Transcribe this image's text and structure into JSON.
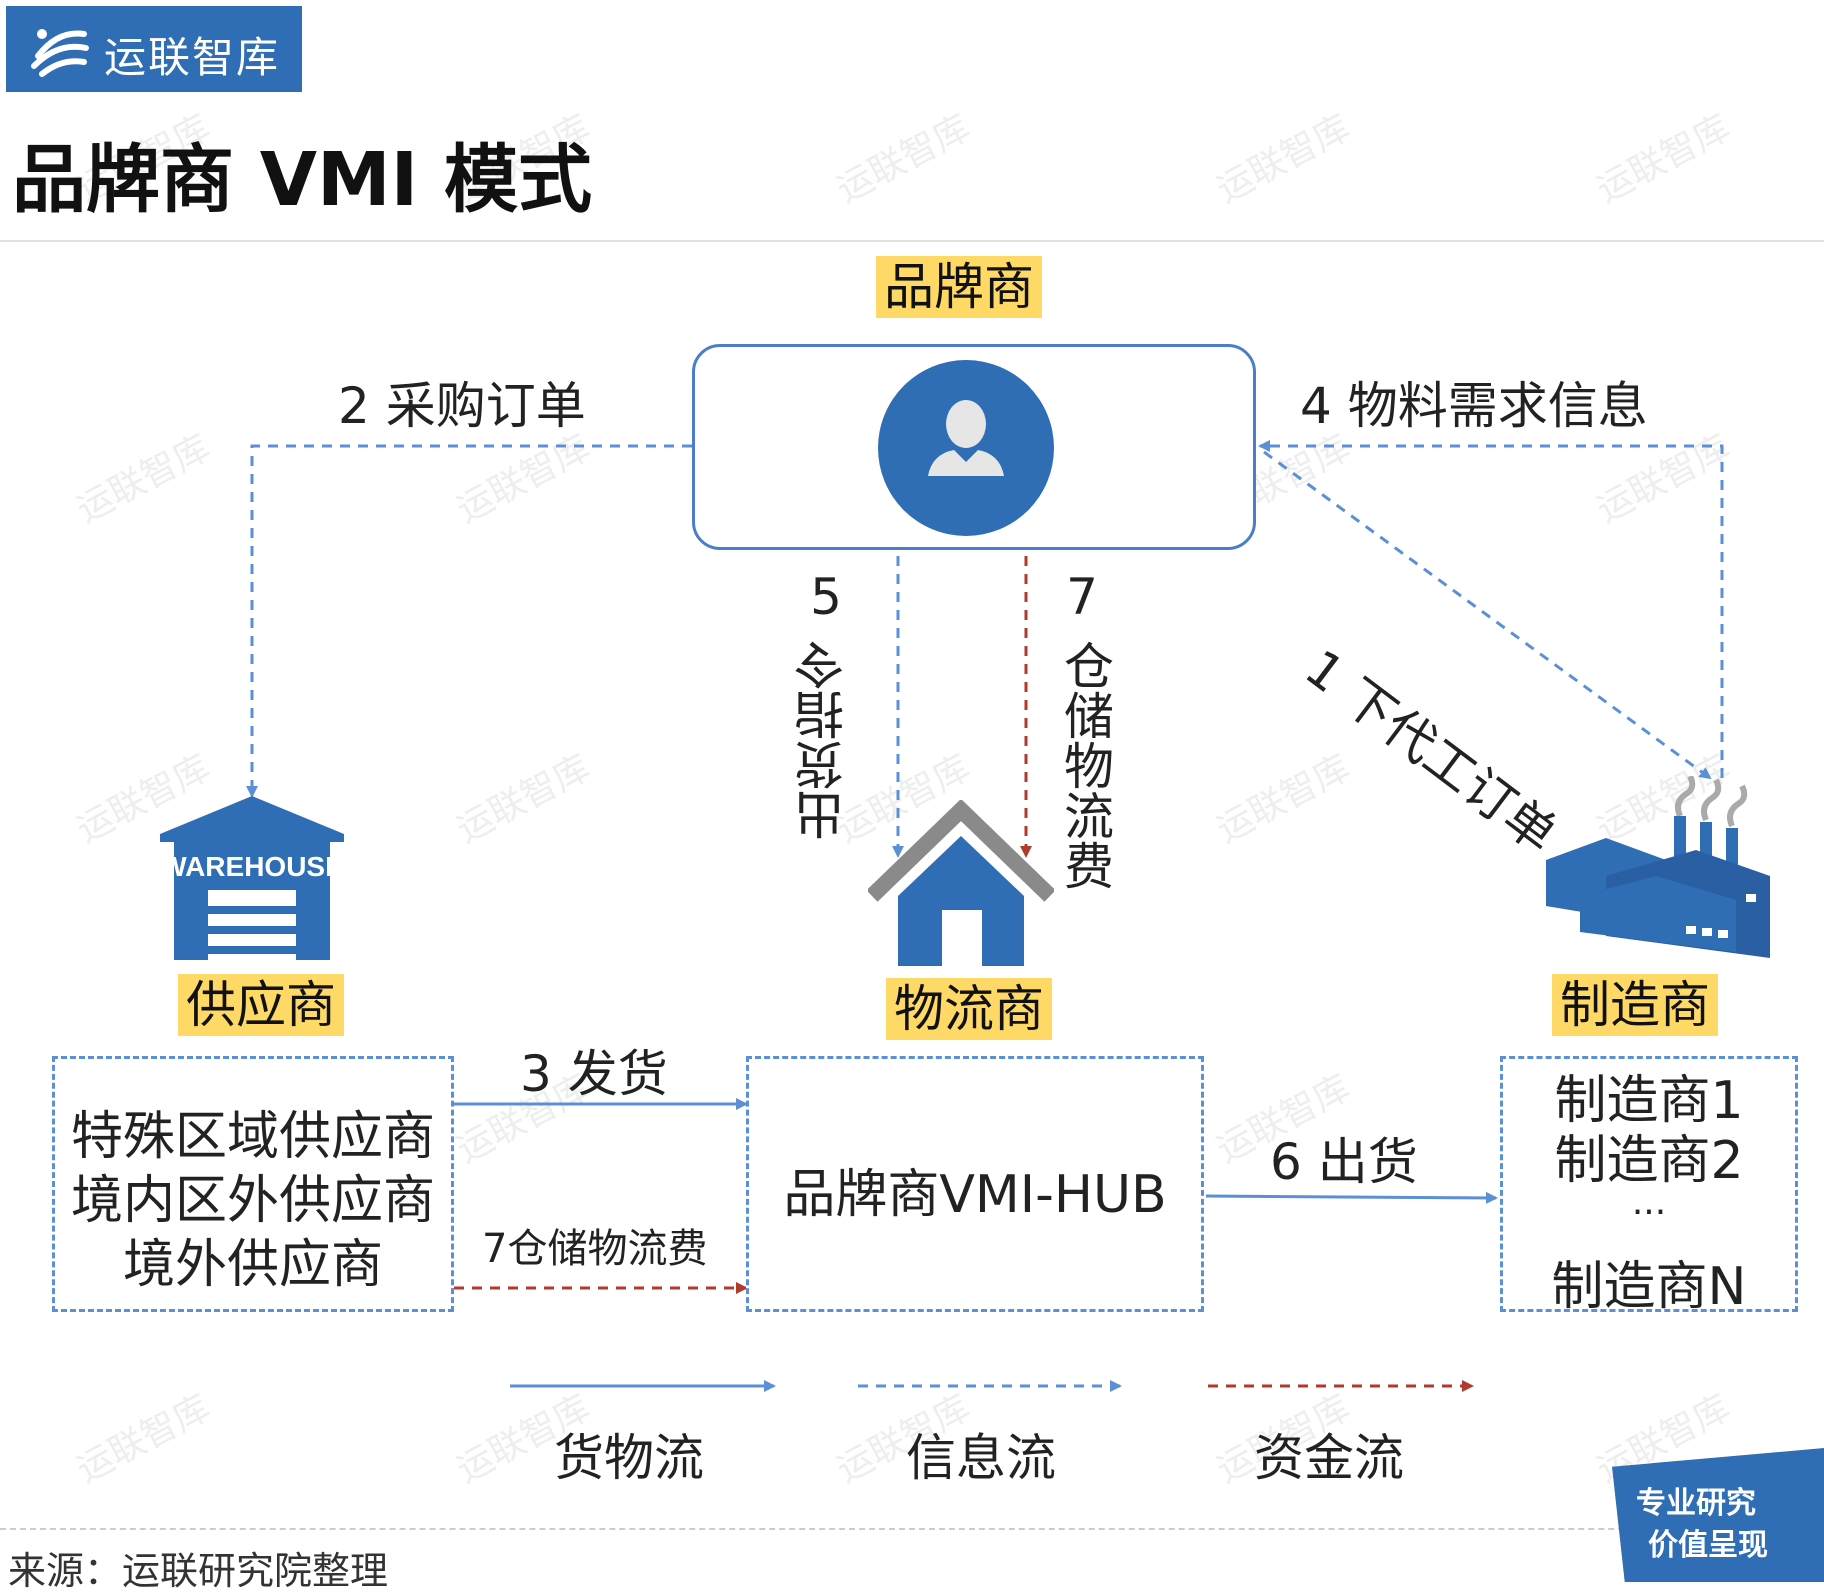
{
  "header": {
    "logo_text": "运联智库",
    "title": "品牌商 VMI 模式"
  },
  "nodes": {
    "brand": {
      "label": "品牌商"
    },
    "supplier": {
      "label": "供应商",
      "warehouse_sign": "WAREHOUSE",
      "lines": [
        "特殊区域供应商",
        "境内区外供应商",
        "境外供应商"
      ]
    },
    "logistics": {
      "label": "物流商",
      "hub": "品牌商VMI-HUB"
    },
    "manufacturer": {
      "label": "制造商",
      "lines": [
        "制造商1",
        "制造商2",
        "...",
        "制造商N"
      ]
    }
  },
  "flows": {
    "f1": "1 下代工订单",
    "f2": "2 采购订单",
    "f3": "3 发货",
    "f4": "4 物料需求信息",
    "f5": {
      "num": "5",
      "text": "出货指令"
    },
    "f6": "6 出货",
    "f7v": {
      "num": "7",
      "text": "仓储物流费"
    },
    "f7h": "7仓储物流费"
  },
  "legend": {
    "goods": "货物流",
    "info": "信息流",
    "money": "资金流"
  },
  "footer": {
    "source": "来源：运联研究院整理",
    "slogan_line1": "专业研究",
    "slogan_line2": "价值呈现"
  },
  "watermark": "运联智库",
  "colors": {
    "goods_flow": "#5b8fd6",
    "info_flow": "#5b8fd6",
    "money_flow": "#b03a2e",
    "highlight": "#ffd966",
    "brand_blue": "#2f6db5"
  },
  "icons": {
    "brand": "user-avatar-icon",
    "supplier": "warehouse-icon",
    "logistics": "house-icon",
    "manufacturer": "factory-icon"
  }
}
